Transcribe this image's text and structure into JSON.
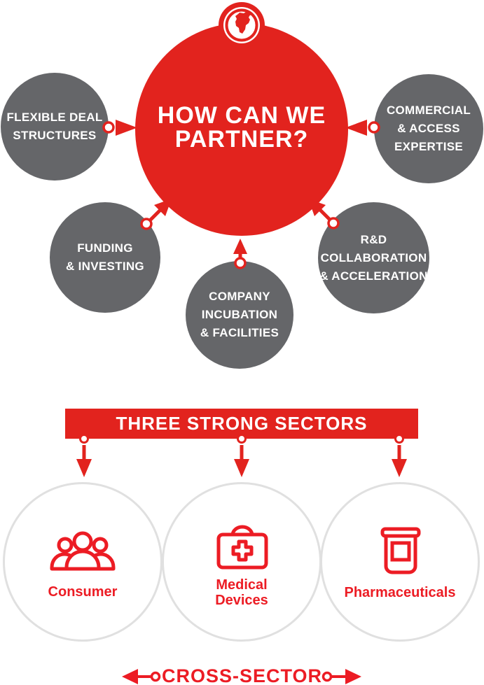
{
  "colors": {
    "primary_red": "#e2231e",
    "bright_red": "#ec1c24",
    "satellite_gray": "#656669",
    "sector_circle_outline": "#e0e0e0",
    "text_on_dark": "#ffffff"
  },
  "partner_diagram": {
    "center_title": "HOW CAN WE\nPARTNER?",
    "center_icon": "globe-icon",
    "satellites": [
      {
        "id": "flexible-deal-structures",
        "label": "FLEXIBLE DEAL\nSTRUCTURES"
      },
      {
        "id": "commercial-access-expertise",
        "label": "COMMERCIAL\n& ACCESS\nEXPERTISE"
      },
      {
        "id": "funding-investing",
        "label": "FUNDING\n& INVESTING"
      },
      {
        "id": "rd-collaboration-acceleration",
        "label": "R&D\nCOLLABORATION\n& ACCELERATION"
      },
      {
        "id": "company-incubation-facilities",
        "label": "COMPANY\nINCUBATION\n& FACILITIES"
      }
    ]
  },
  "sectors": {
    "banner": "THREE STRONG SECTORS",
    "items": [
      {
        "id": "consumer",
        "label": "Consumer",
        "icon": "people-icon"
      },
      {
        "id": "medical-devices",
        "label": "Medical\nDevices",
        "icon": "first-aid-kit-icon"
      },
      {
        "id": "pharmaceuticals",
        "label": "Pharmaceuticals",
        "icon": "pill-bottle-icon"
      }
    ],
    "footer": "CROSS-SECTOR"
  }
}
